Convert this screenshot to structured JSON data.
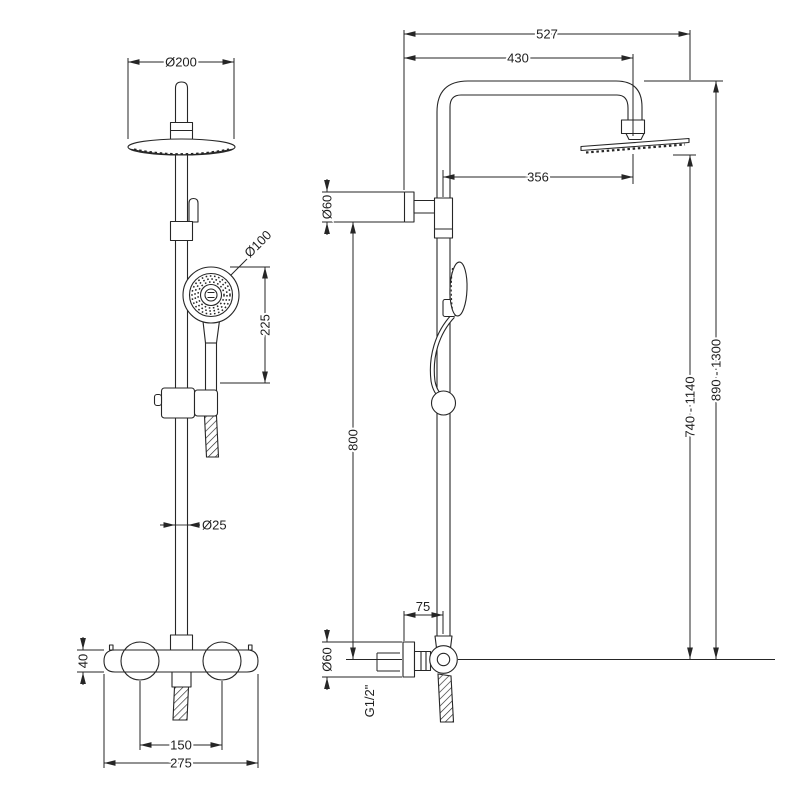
{
  "drawing": {
    "background": "#ffffff",
    "line_color": "#262626",
    "front_view": {
      "dims": {
        "head_diameter": "Ø200",
        "handset_diameter": "Ø100",
        "handset_height": "225",
        "rail_diameter": "Ø25",
        "valve_body_height": "40",
        "inlet_centres": "150",
        "valve_width": "275"
      }
    },
    "side_view": {
      "dims": {
        "overall_reach": "527",
        "arm_reach": "430",
        "head_centre_offset": "356",
        "bracket_diameter": "Ø60",
        "rail_length": "800",
        "head_height_range": "740 - 1140",
        "overall_height_range": "890 - 1300",
        "wall_to_rail": "75",
        "flange_diameter": "Ø60",
        "connection_thread": "G1/2\""
      }
    }
  }
}
